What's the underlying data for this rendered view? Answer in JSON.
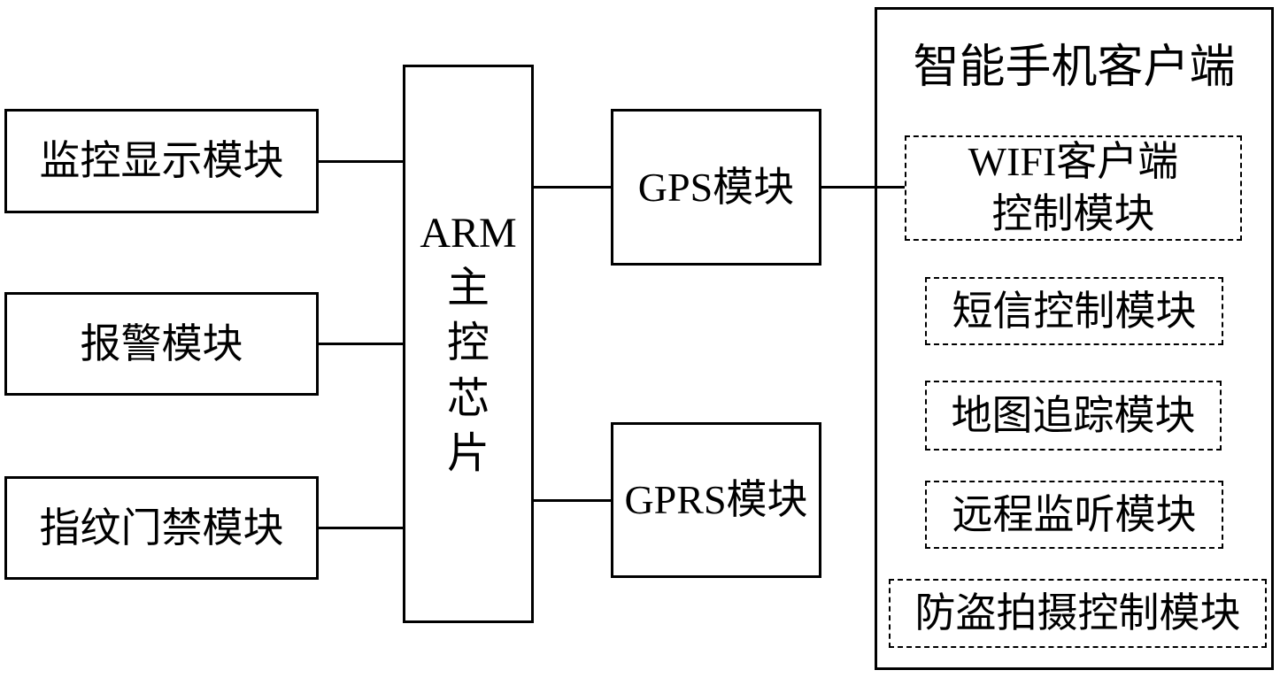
{
  "diagram": {
    "left_modules": [
      {
        "label": "监控显示模块"
      },
      {
        "label": "报警模块"
      },
      {
        "label": "指纹门禁模块"
      }
    ],
    "arm_chip": {
      "lines": [
        "ARM",
        "主",
        "控",
        "芯",
        "片"
      ]
    },
    "gps_module": {
      "label": "GPS模块"
    },
    "gprs_module": {
      "label": "GPRS模块"
    },
    "client": {
      "title": "智能手机客户端",
      "wifi_module": {
        "line1": "WIFI客户端",
        "line2": "控制模块"
      },
      "modules": [
        {
          "label": "短信控制模块"
        },
        {
          "label": "地图追踪模块"
        },
        {
          "label": "远程监听模块"
        },
        {
          "label": "防盗拍摄控制模块"
        }
      ]
    },
    "colors": {
      "line": "#000000",
      "background": "#ffffff"
    }
  }
}
